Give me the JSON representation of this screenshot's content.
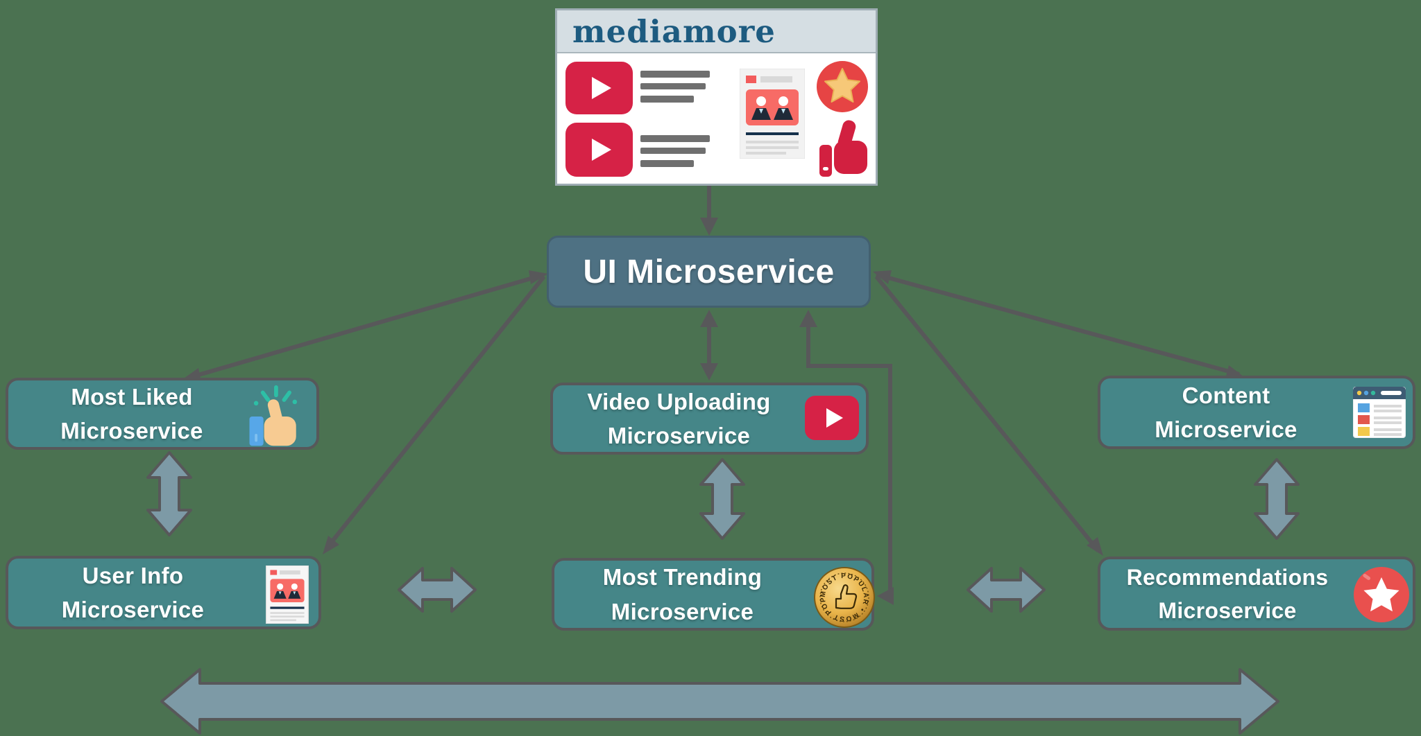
{
  "brand": {
    "wordmark": "mediamore"
  },
  "nodes": {
    "ui": {
      "label": "UI Microservice"
    },
    "most_liked": {
      "line1": "Most Liked",
      "line2": "Microservice"
    },
    "video_uploading": {
      "line1": "Video Uploading",
      "line2": "Microservice"
    },
    "content": {
      "line1": "Content",
      "line2": "Microservice"
    },
    "user_info": {
      "line1": "User Info",
      "line2": "Microservice"
    },
    "most_trending": {
      "line1": "Most Trending",
      "line2": "Microservice",
      "medal_text": "MOST POPULAR • MOST POPULAR •"
    },
    "recommendations": {
      "line1": "Recommendations",
      "line2": "Microservice"
    }
  },
  "icons": {
    "brand_card": [
      "video-play-icon",
      "video-play-icon",
      "user-profile-document-icon",
      "star-badge-icon",
      "thumbs-up-icon"
    ],
    "most_liked": "thumbs-up-icon",
    "video_uploading": "video-play-icon",
    "content": "browser-window-icon",
    "user_info": "user-profile-document-icon",
    "most_trending": "most-popular-medal-icon",
    "recommendations": "star-badge-icon"
  },
  "colors": {
    "background": "#4b7251",
    "node_fill": "#458688",
    "ui_node_fill": "#4e7183",
    "node_border": "#57585a",
    "connector": "#58585a",
    "block_arrow_fill": "#7d9aa6",
    "brand_header_bg": "#d5dee3",
    "brand_text": "#1d5b80",
    "accent_red": "#d62246",
    "accent_gold": "#f2c14e"
  }
}
